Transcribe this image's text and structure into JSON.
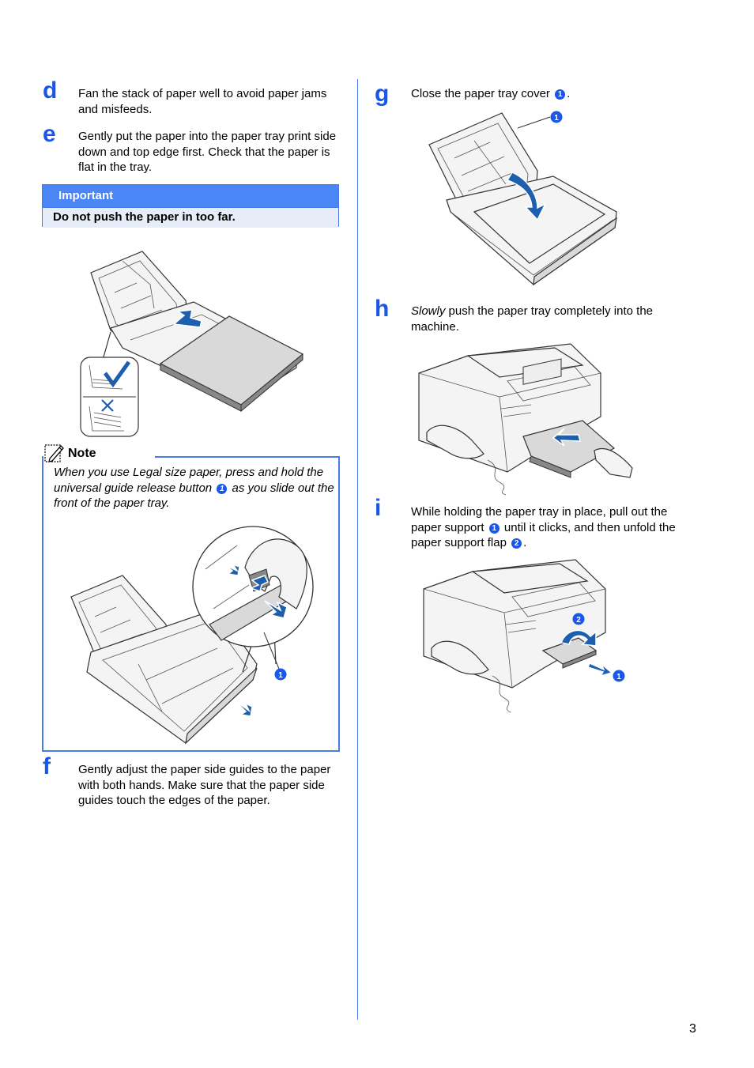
{
  "steps": {
    "d": {
      "letter": "d",
      "text": "Fan the stack of paper well to avoid paper jams and misfeeds."
    },
    "e": {
      "letter": "e",
      "text": "Gently put the paper into the paper tray print side down and top edge first. Check that the paper is flat in the tray."
    },
    "f": {
      "letter": "f",
      "text": "Gently adjust the paper side guides to the paper with both hands. Make sure that the paper side guides touch the edges of the paper."
    },
    "g": {
      "letter": "g",
      "text_before": "Close the paper tray cover",
      "callout": "1",
      "text_after": "."
    },
    "h": {
      "letter": "h",
      "emphasis": "Slowly",
      "text": " push the paper tray completely into the machine."
    },
    "i": {
      "letter": "i",
      "text_1": "While holding the paper tray in place, pull out the paper support",
      "callout_1": "1",
      "text_2": "until it clicks, and then unfold the paper support flap",
      "callout_2": "2",
      "text_3": "."
    }
  },
  "important": {
    "heading": "Important",
    "body": "Do not push the paper in too far."
  },
  "note": {
    "label": "Note",
    "text_1": "When you use Legal size paper, press and hold the universal guide release button",
    "callout": "1",
    "text_2": "as you slide out the front of the paper tray."
  },
  "figures": {
    "note_callout": "1",
    "g_callout": "1",
    "i_callout_1": "1",
    "i_callout_2": "2"
  },
  "page_number": "3",
  "colors": {
    "accent": "#1a56e8",
    "important_head": "#4a86f5",
    "important_body": "#e6edf9",
    "arrow": "#1d5fae"
  }
}
